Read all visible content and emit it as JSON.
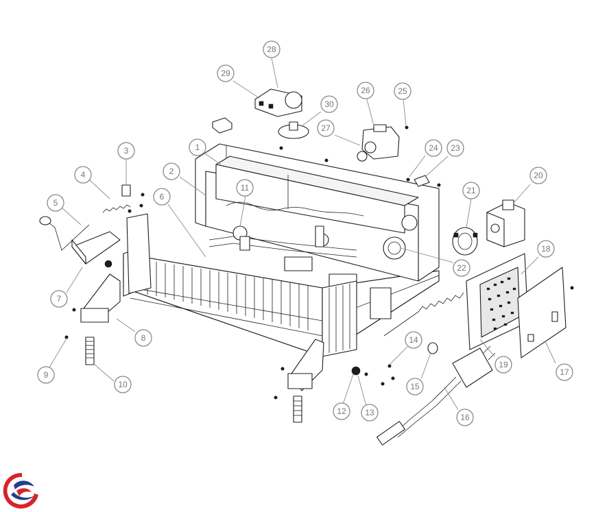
{
  "diagram": {
    "callouts": [
      "1",
      "2",
      "3",
      "4",
      "5",
      "6",
      "7",
      "8",
      "9",
      "10",
      "11",
      "12",
      "13",
      "14",
      "15",
      "16",
      "17",
      "18",
      "19",
      "20",
      "21",
      "22",
      "23",
      "24",
      "25",
      "26",
      "27",
      "28",
      "29",
      "30"
    ]
  },
  "logo": {
    "name": "brand-logo",
    "colors": {
      "red": "#d8232a",
      "blue": "#1f3f8f"
    }
  },
  "colors": {
    "callout_stroke": "#8a8a8a",
    "callout_text": "#777777",
    "line": "#1c1c1c"
  }
}
